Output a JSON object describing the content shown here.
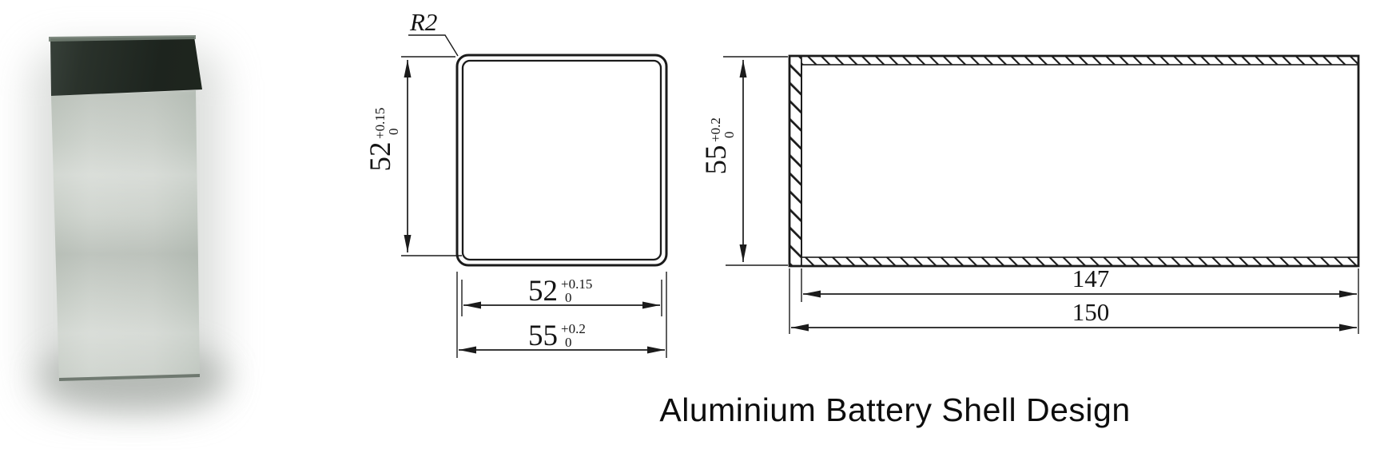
{
  "caption": "Aluminium Battery Shell Design",
  "colors": {
    "line": "#1b1b1b",
    "background": "#ffffff"
  },
  "photo": {
    "subject": "aluminium-battery-shell"
  },
  "cross_section_view": {
    "corner_radius_label": "R2",
    "inner_height": {
      "value": "52",
      "tol_upper": "+0.15",
      "tol_lower": "0"
    },
    "inner_width": {
      "value": "52",
      "tol_upper": "+0.15",
      "tol_lower": "0"
    },
    "outer_width": {
      "value": "55",
      "tol_upper": "+0.2",
      "tol_lower": "0"
    }
  },
  "side_view": {
    "height": {
      "value": "55",
      "tol_upper": "+0.2",
      "tol_lower": "0"
    },
    "inner_length": {
      "value": "147"
    },
    "outer_length": {
      "value": "150"
    }
  }
}
